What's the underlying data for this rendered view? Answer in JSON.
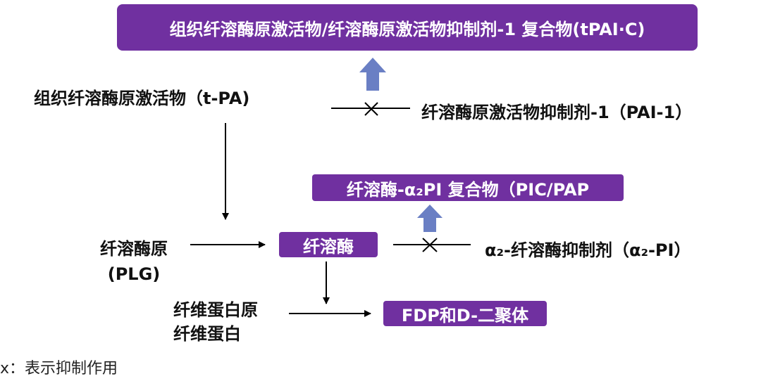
{
  "nodes": {
    "tpai_c_complex": "组织纤溶酶原激活物/纤溶酶原激活物抑制剂-1 复合物(tPAI·C)",
    "tpa": "组织纤溶酶原激活物（t-PA)",
    "pai1": "纤溶酶原激活物抑制剂-1（PAI-1）",
    "pic_pap": "纤溶酶-α₂PI 复合物（PIC/PAP",
    "plg_line1": "纤溶酶原",
    "plg_line2": "(PLG)",
    "plasmin": "纤溶酶",
    "a2pi": "α₂-纤溶酶抑制剂（α₂-PI）",
    "fibrinogen_line1": "纤维蛋白原",
    "fibrinogen_line2": "纤维蛋白",
    "fdp": "FDP和D-二聚体"
  },
  "legend": {
    "symbol": "x",
    "text": "：表示抑制作用"
  },
  "colors": {
    "box_fill": "#7030a0",
    "box_text": "#ffffff",
    "up_arrow": "#6a7fc4",
    "line": "#000000"
  },
  "icons": [
    "inhibition-cross-icon",
    "up-arrow-icon"
  ]
}
